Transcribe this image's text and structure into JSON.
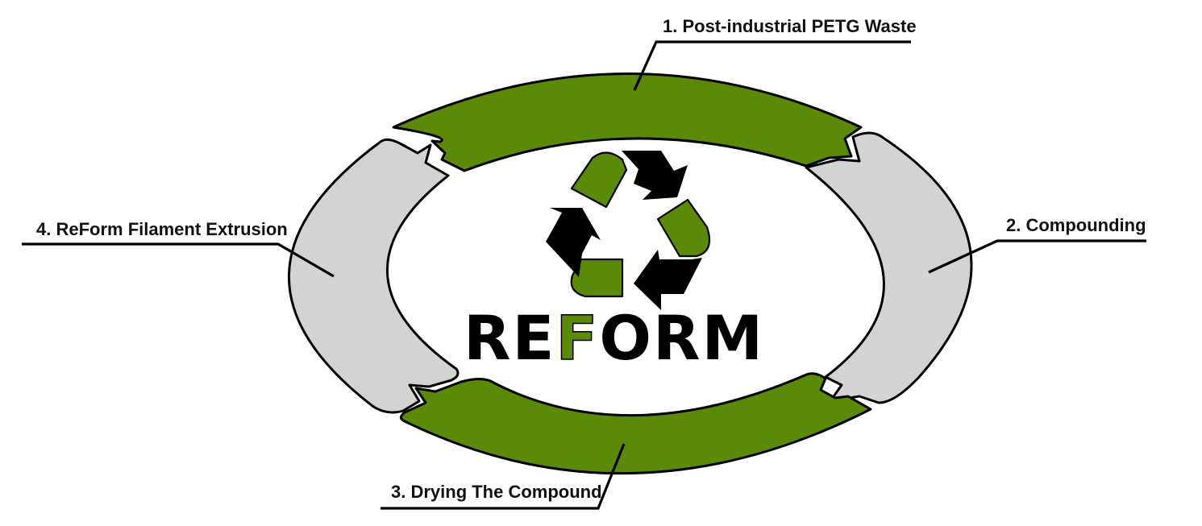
{
  "diagram": {
    "type": "cycle",
    "stages": [
      {
        "number": 1,
        "label": "1. Post-industrial PETG Waste",
        "color": "#5a8a08"
      },
      {
        "number": 2,
        "label": "2. Compounding",
        "color": "#d3d3d3"
      },
      {
        "number": 3,
        "label": "3. Drying The Compound",
        "color": "#5a8a08"
      },
      {
        "number": 4,
        "label": "4. ReForm Filament Extrusion",
        "color": "#d3d3d3"
      }
    ],
    "center_logo": {
      "icon": "recycle-icon",
      "wordmark": {
        "part1": "RE",
        "part2": "F",
        "part3": "ORM",
        "full": "ReForm"
      }
    }
  },
  "colors": {
    "accent_green": "#5a8a08",
    "segment_gray": "#d3d3d3",
    "outline": "#000000",
    "background": "#ffffff"
  }
}
